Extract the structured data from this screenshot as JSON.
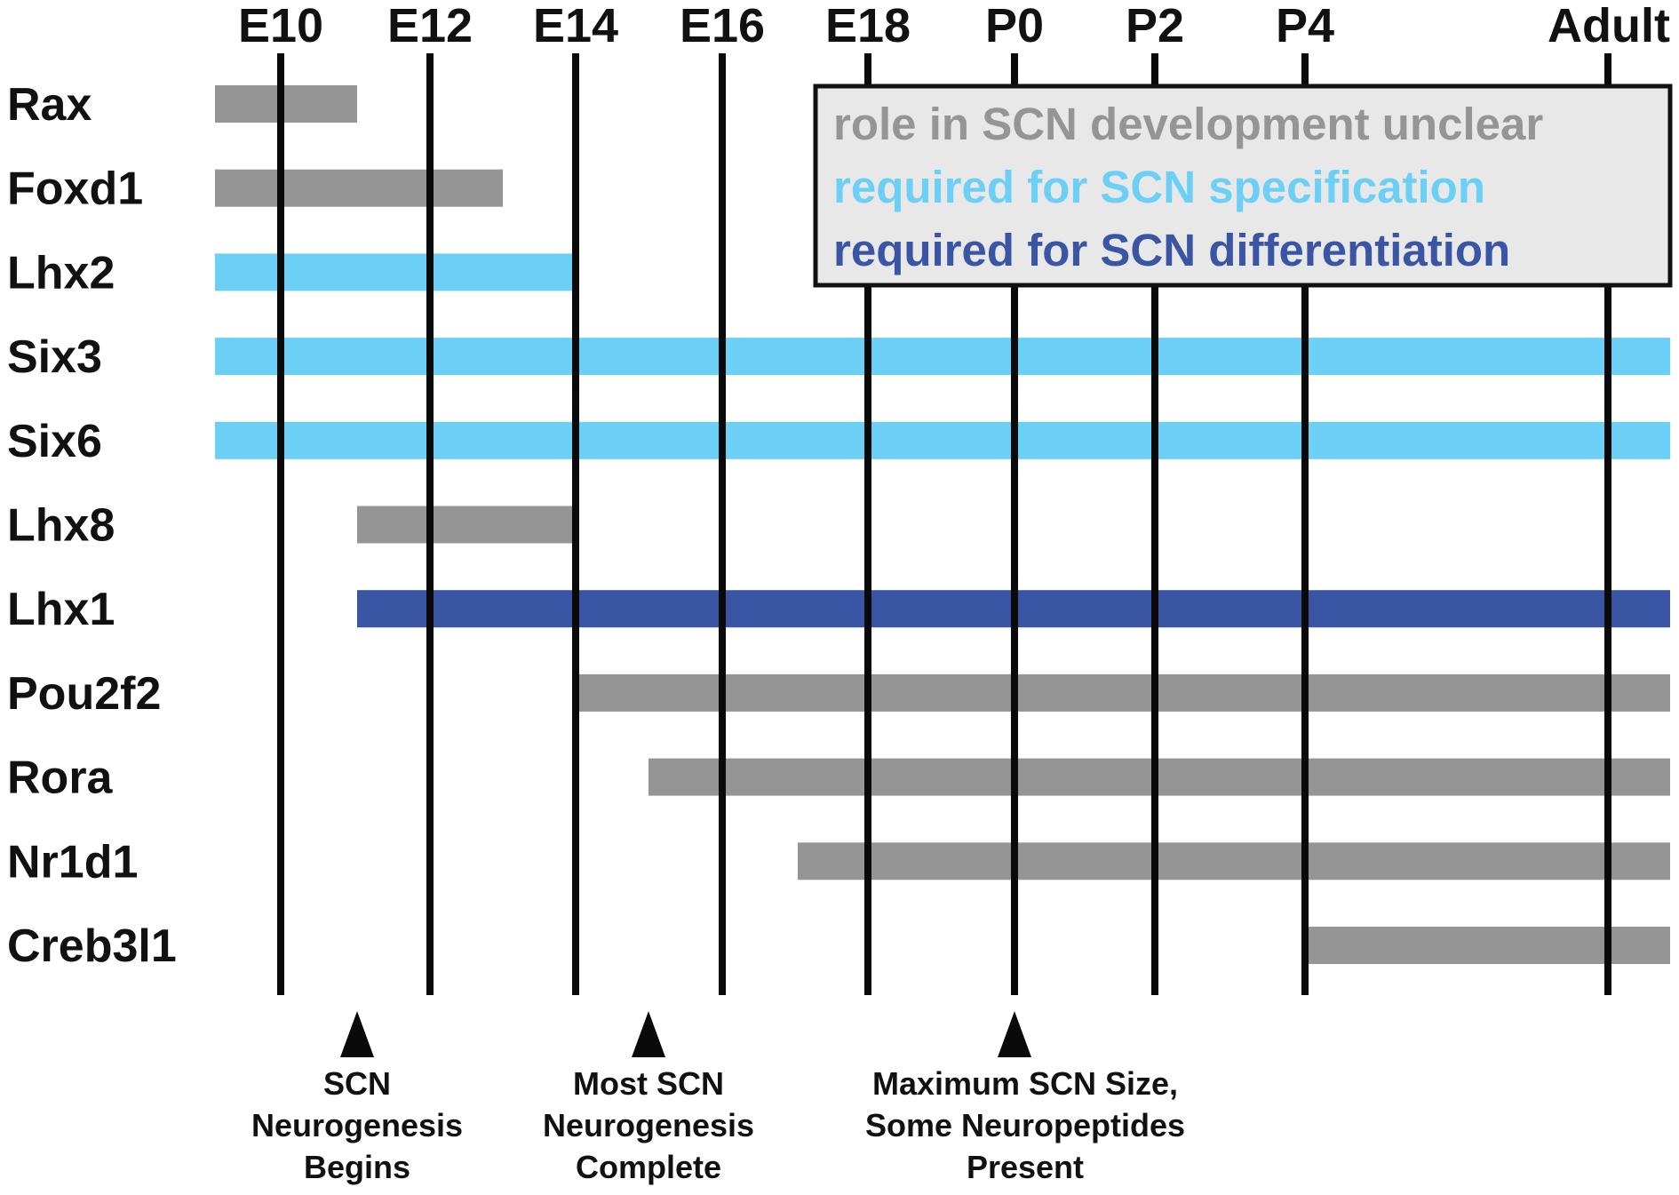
{
  "chart_data": {
    "type": "timeline",
    "title": "",
    "timepoints": [
      "E10",
      "E12",
      "E14",
      "E16",
      "E18",
      "P0",
      "P2",
      "P4",
      "Adult"
    ],
    "legend": [
      {
        "label": "role in SCN development unclear",
        "color": "#959595"
      },
      {
        "label": "required for SCN specification",
        "color": "#6ccff6"
      },
      {
        "label": "required for SCN differentiation",
        "color": "#3a55a4"
      }
    ],
    "genes": [
      {
        "name": "Rax",
        "start": "E9",
        "end": "E11",
        "category": 0
      },
      {
        "name": "Foxd1",
        "start": "E9",
        "end": "E13",
        "category": 0
      },
      {
        "name": "Lhx2",
        "start": "E9",
        "end": "E14",
        "category": 1
      },
      {
        "name": "Six3",
        "start": "E9",
        "end": "Adult+",
        "category": 1
      },
      {
        "name": "Six6",
        "start": "E9",
        "end": "Adult+",
        "category": 1
      },
      {
        "name": "Lhx8",
        "start": "E11",
        "end": "E14",
        "category": 0
      },
      {
        "name": "Lhx1",
        "start": "E11",
        "end": "Adult+",
        "category": 2
      },
      {
        "name": "Pou2f2",
        "start": "E14",
        "end": "Adult+",
        "category": 0
      },
      {
        "name": "Rora",
        "start": "E15",
        "end": "Adult+",
        "category": 0
      },
      {
        "name": "Nr1d1",
        "start": "E17",
        "end": "Adult+",
        "category": 0
      },
      {
        "name": "Creb3l1",
        "start": "P4",
        "end": "Adult+",
        "category": 0
      }
    ],
    "events": [
      {
        "at": "E11",
        "lines": [
          "SCN",
          "Neurogenesis",
          "Begins"
        ]
      },
      {
        "at": "E15",
        "lines": [
          "Most SCN",
          "Neurogenesis",
          "Complete"
        ]
      },
      {
        "at": "P0",
        "lines": [
          "Maximum SCN Size,",
          "Some Neuropeptides",
          "Present"
        ]
      }
    ]
  }
}
